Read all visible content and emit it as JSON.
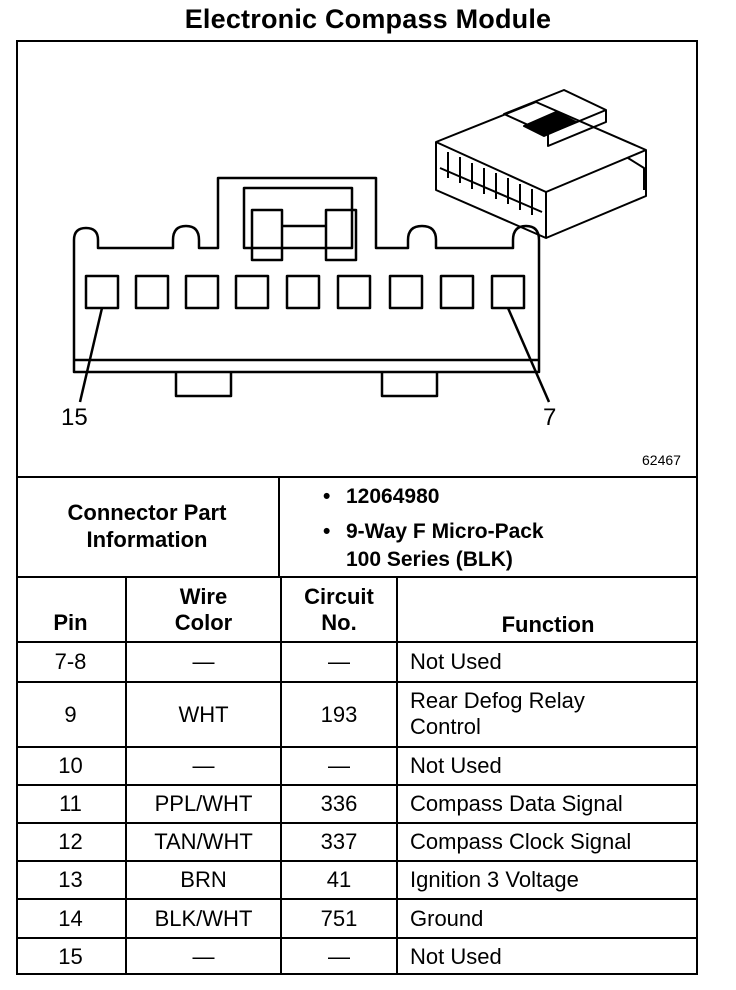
{
  "title": "Electronic Compass Module",
  "diagram": {
    "pin_left_label": "15",
    "pin_right_label": "7",
    "figure_number": "62467"
  },
  "connector_info": {
    "label_line1": "Connector Part",
    "label_line2": "Information",
    "bullets": [
      {
        "bullet": "•",
        "line1": "12064980",
        "line2": ""
      },
      {
        "bullet": "•",
        "line1": "9-Way F Micro-Pack",
        "line2": "100 Series (BLK)"
      }
    ]
  },
  "table": {
    "headers": {
      "pin": "Pin",
      "wire_line1": "Wire",
      "wire_line2": "Color",
      "circuit_line1": "Circuit",
      "circuit_line2": "No.",
      "function": "Function"
    },
    "rows": [
      {
        "pin": "7-8",
        "wire": "—",
        "circuit": "—",
        "function": "Not Used",
        "function2": ""
      },
      {
        "pin": "9",
        "wire": "WHT",
        "circuit": "193",
        "function": "Rear Defog Relay",
        "function2": "Control"
      },
      {
        "pin": "10",
        "wire": "—",
        "circuit": "—",
        "function": "Not Used",
        "function2": ""
      },
      {
        "pin": "11",
        "wire": "PPL/WHT",
        "circuit": "336",
        "function": "Compass Data Signal",
        "function2": ""
      },
      {
        "pin": "12",
        "wire": "TAN/WHT",
        "circuit": "337",
        "function": "Compass Clock Signal",
        "function2": ""
      },
      {
        "pin": "13",
        "wire": "BRN",
        "circuit": "41",
        "function": "Ignition 3 Voltage",
        "function2": ""
      },
      {
        "pin": "14",
        "wire": "BLK/WHT",
        "circuit": "751",
        "function": "Ground",
        "function2": ""
      },
      {
        "pin": "15",
        "wire": "—",
        "circuit": "—",
        "function": "Not Used",
        "function2": ""
      }
    ]
  }
}
